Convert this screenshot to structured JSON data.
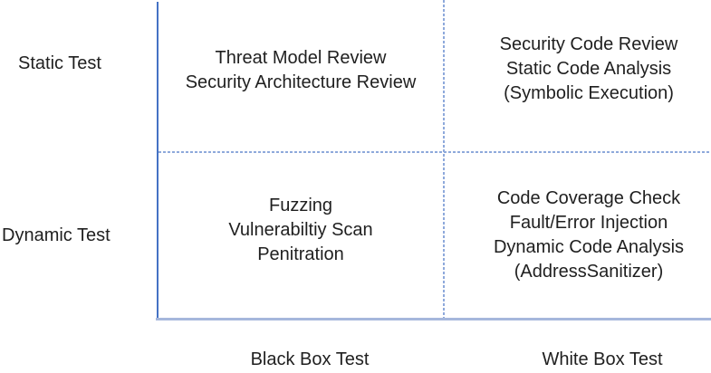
{
  "colors": {
    "axis_solid": "#4472C4",
    "axis_bottom": "#A6B7DC",
    "grid_dashed": "#8EA9DB",
    "text_color": "#1F1F1F"
  },
  "row_labels": {
    "static": "Static Test",
    "dynamic": "Dynamic Test"
  },
  "column_labels": {
    "black_box": "Black Box Test",
    "white_box": "White Box Test"
  },
  "quadrants": {
    "static_black_box": {
      "lines": [
        "Threat Model Review",
        "Security Architecture Review"
      ]
    },
    "static_white_box": {
      "lines": [
        "Security Code Review",
        "Static Code Analysis",
        "(Symbolic Execution)"
      ]
    },
    "dynamic_black_box": {
      "lines": [
        "Fuzzing",
        "Vulnerabiltiy Scan",
        "Penitration"
      ]
    },
    "dynamic_white_box": {
      "lines": [
        "Code Coverage Check",
        "Fault/Error Injection",
        "Dynamic Code Analysis",
        "(AddressSanitizer)"
      ]
    }
  }
}
